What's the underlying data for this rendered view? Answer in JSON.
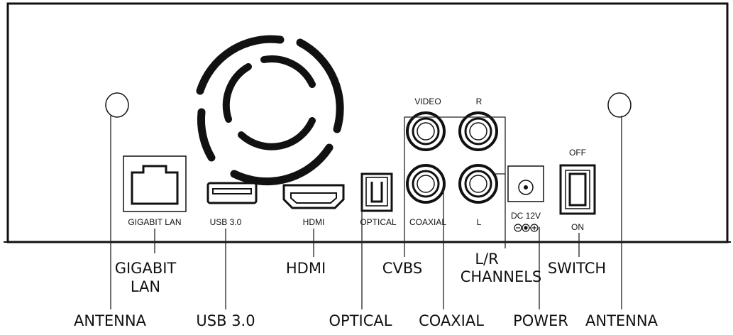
{
  "panel_labels": {
    "gigabit_lan": "GIGABIT LAN",
    "usb": "USB 3.0",
    "hdmi": "HDMI",
    "optical": "OPTICAL",
    "video": "VIDEO",
    "r": "R",
    "coaxial": "COAXIAL",
    "l": "L",
    "dc": "DC 12V",
    "off": "OFF",
    "on": "ON"
  },
  "callouts": {
    "gigabit_lan_1": "GIGABIT",
    "gigabit_lan_2": "LAN",
    "hdmi": "HDMI",
    "cvbs": "CVBS",
    "lr_1": "L/R",
    "lr_2": "CHANNELS",
    "switch": "SWITCH",
    "antenna_left": "ANTENNA",
    "usb": "USB 3.0",
    "optical": "OPTICAL",
    "coaxial": "COAXIAL",
    "power": "POWER",
    "antenna_right": "ANTENNA"
  }
}
